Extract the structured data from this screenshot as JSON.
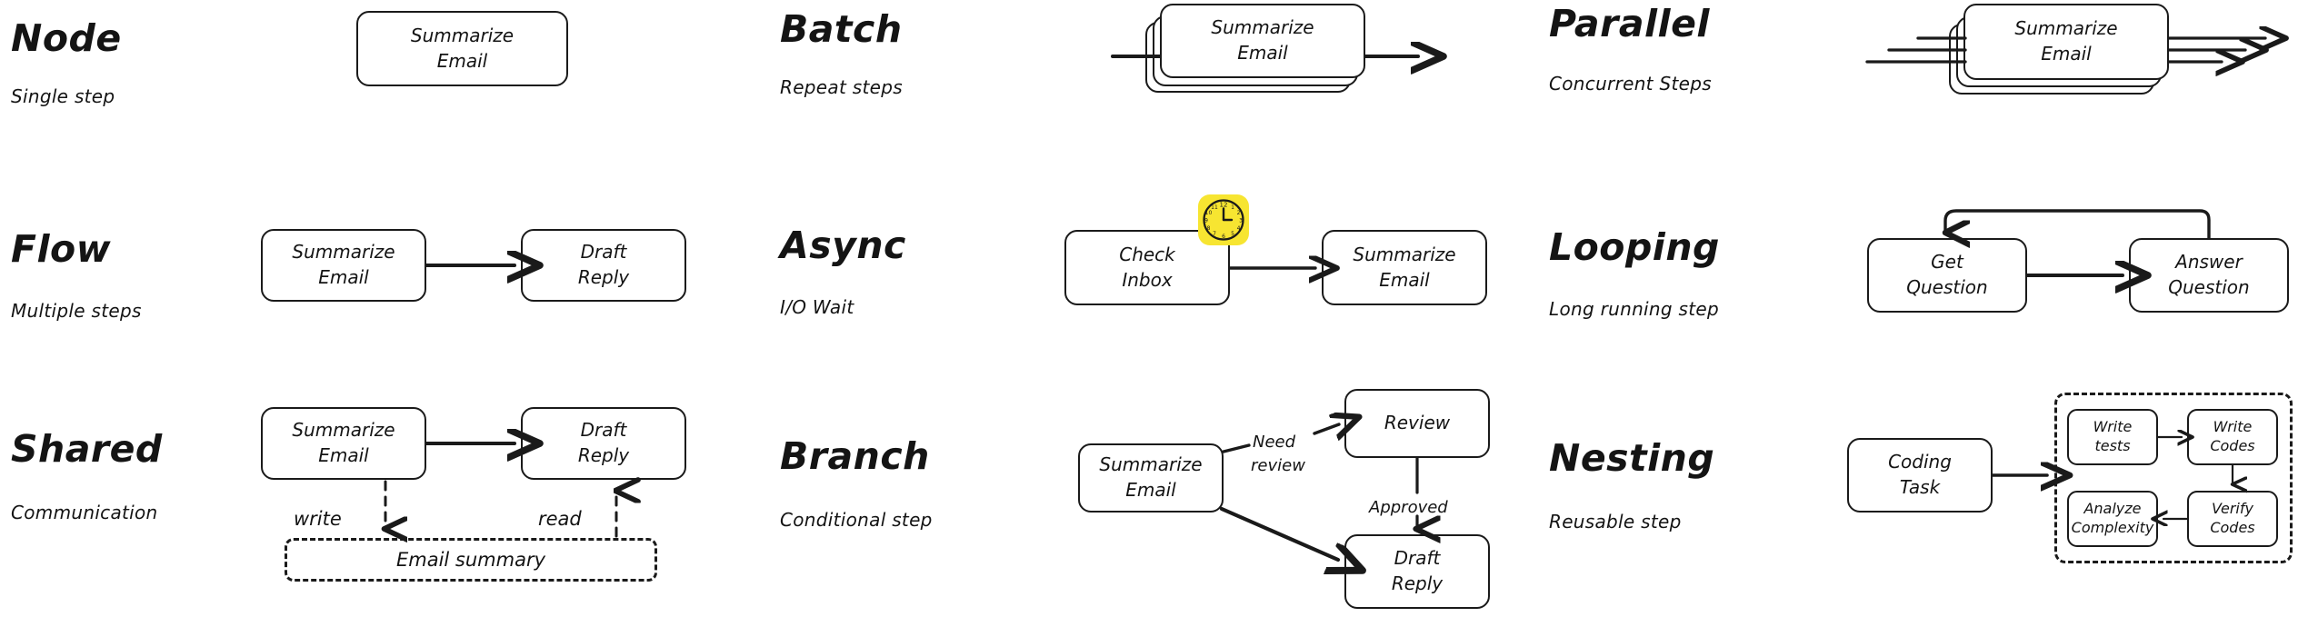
{
  "diagram": {
    "title_style": "handwritten-sketch",
    "accent_color": "#f7e531",
    "stroke_color": "#1a1a1a",
    "background": "#ffffff"
  },
  "sections": [
    {
      "id": "node",
      "heading": "Node",
      "subheading": "Single step",
      "nodes": [
        {
          "id": "n1",
          "lines": [
            "Summarize",
            "Email"
          ]
        }
      ],
      "edges": []
    },
    {
      "id": "batch",
      "heading": "Batch",
      "subheading": "Repeat steps",
      "nodes": [
        {
          "id": "b1",
          "lines": [
            "Summarize",
            "Email"
          ],
          "stacked": 3
        }
      ],
      "edges": [
        {
          "label": "",
          "kind": "through-arrow"
        }
      ]
    },
    {
      "id": "parallel",
      "heading": "Parallel",
      "subheading": "Concurrent Steps",
      "nodes": [
        {
          "id": "p1",
          "lines": [
            "Summarize",
            "Email"
          ],
          "stacked": 3
        }
      ],
      "edges": [
        {
          "label": "",
          "kind": "three-arrows"
        }
      ]
    },
    {
      "id": "flow",
      "heading": "Flow",
      "subheading": "Multiple steps",
      "nodes": [
        {
          "id": "f1",
          "lines": [
            "Summarize",
            "Email"
          ]
        },
        {
          "id": "f2",
          "lines": [
            "Draft",
            "Reply"
          ]
        }
      ],
      "edges": [
        {
          "from": "f1",
          "to": "f2",
          "label": ""
        }
      ]
    },
    {
      "id": "async",
      "heading": "Async",
      "subheading": "I/O Wait",
      "badge": "clock-emoji",
      "nodes": [
        {
          "id": "a1",
          "lines": [
            "Check",
            "Inbox"
          ]
        },
        {
          "id": "a2",
          "lines": [
            "Summarize",
            "Email"
          ]
        }
      ],
      "edges": [
        {
          "from": "a1",
          "to": "a2",
          "label": ""
        }
      ]
    },
    {
      "id": "looping",
      "heading": "Looping",
      "subheading": "Long running step",
      "nodes": [
        {
          "id": "l1",
          "lines": [
            "Get",
            "Question"
          ]
        },
        {
          "id": "l2",
          "lines": [
            "Answer",
            "Question"
          ]
        }
      ],
      "edges": [
        {
          "from": "l1",
          "to": "l2",
          "label": ""
        },
        {
          "from": "l2",
          "to": "l1",
          "label": "",
          "kind": "loop-back"
        }
      ]
    },
    {
      "id": "shared",
      "heading": "Shared",
      "subheading": "Communication",
      "nodes": [
        {
          "id": "s1",
          "lines": [
            "Summarize",
            "Email"
          ]
        },
        {
          "id": "s2",
          "lines": [
            "Draft",
            "Reply"
          ]
        },
        {
          "id": "s3",
          "lines": [
            "Email summary"
          ],
          "style": "dashed"
        }
      ],
      "edges": [
        {
          "from": "s1",
          "to": "s2",
          "label": ""
        },
        {
          "from": "s1",
          "to": "s3",
          "label": "write",
          "kind": "dashed"
        },
        {
          "from": "s3",
          "to": "s2",
          "label": "read",
          "kind": "dashed"
        }
      ]
    },
    {
      "id": "branch",
      "heading": "Branch",
      "subheading": "Conditional step",
      "nodes": [
        {
          "id": "br1",
          "lines": [
            "Summarize",
            "Email"
          ]
        },
        {
          "id": "br2",
          "lines": [
            "Review"
          ]
        },
        {
          "id": "br3",
          "lines": [
            "Draft",
            "Reply"
          ]
        }
      ],
      "edges": [
        {
          "from": "br1",
          "to": "br2",
          "label": "Need\nreview"
        },
        {
          "from": "br2",
          "to": "br3",
          "label": "Approved"
        },
        {
          "from": "br1",
          "to": "br3",
          "label": ""
        }
      ]
    },
    {
      "id": "nesting",
      "heading": "Nesting",
      "subheading": "Reusable step",
      "nodes": [
        {
          "id": "ne1",
          "lines": [
            "Coding",
            "Task"
          ]
        },
        {
          "id": "ne2",
          "lines": [
            "Write",
            "tests"
          ]
        },
        {
          "id": "ne3",
          "lines": [
            "Write",
            "Codes"
          ]
        },
        {
          "id": "ne4",
          "lines": [
            "Verify",
            "Codes"
          ]
        },
        {
          "id": "ne5",
          "lines": [
            "Analyze",
            "Complexity"
          ]
        }
      ],
      "edges": [
        {
          "from": "ne1",
          "to": "ne2",
          "label": ""
        },
        {
          "from": "ne2",
          "to": "ne3",
          "label": ""
        },
        {
          "from": "ne3",
          "to": "ne4",
          "label": ""
        },
        {
          "from": "ne4",
          "to": "ne5",
          "label": ""
        }
      ]
    }
  ],
  "labels": {
    "node_heading": "Node",
    "node_sub": "Single step",
    "node_box_l1": "Summarize",
    "node_box_l2": "Email",
    "batch_heading": "Batch",
    "batch_sub": "Repeat steps",
    "batch_box_l1": "Summarize",
    "batch_box_l2": "Email",
    "parallel_heading": "Parallel",
    "parallel_sub": "Concurrent Steps",
    "parallel_box_l1": "Summarize",
    "parallel_box_l2": "Email",
    "flow_heading": "Flow",
    "flow_sub": "Multiple steps",
    "flow_box1_l1": "Summarize",
    "flow_box1_l2": "Email",
    "flow_box2_l1": "Draft",
    "flow_box2_l2": "Reply",
    "async_heading": "Async",
    "async_sub": "I/O Wait",
    "async_box1_l1": "Check",
    "async_box1_l2": "Inbox",
    "async_box2_l1": "Summarize",
    "async_box2_l2": "Email",
    "looping_heading": "Looping",
    "looping_sub": "Long running step",
    "looping_box1_l1": "Get",
    "looping_box1_l2": "Question",
    "looping_box2_l1": "Answer",
    "looping_box2_l2": "Question",
    "shared_heading": "Shared",
    "shared_sub": "Communication",
    "shared_box1_l1": "Summarize",
    "shared_box1_l2": "Email",
    "shared_box2_l1": "Draft",
    "shared_box2_l2": "Reply",
    "shared_store": "Email summary",
    "shared_write": "write",
    "shared_read": "read",
    "branch_heading": "Branch",
    "branch_sub": "Conditional step",
    "branch_box1_l1": "Summarize",
    "branch_box1_l2": "Email",
    "branch_box2_l1": "Review",
    "branch_box3_l1": "Draft",
    "branch_box3_l2": "Reply",
    "branch_need": "Need",
    "branch_review": "review",
    "branch_approved": "Approved",
    "nesting_heading": "Nesting",
    "nesting_sub": "Reusable step",
    "nesting_box1_l1": "Coding",
    "nesting_box1_l2": "Task",
    "nesting_box2_l1": "Write",
    "nesting_box2_l2": "tests",
    "nesting_box3_l1": "Write",
    "nesting_box3_l2": "Codes",
    "nesting_box4_l1": "Verify",
    "nesting_box4_l2": "Codes",
    "nesting_box5_l1": "Analyze",
    "nesting_box5_l2": "Complexity"
  }
}
